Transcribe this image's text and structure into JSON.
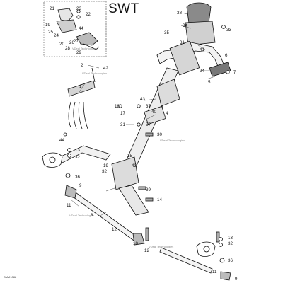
{
  "diagram": {
    "title": "SWT",
    "drawing_code": "SMM1088",
    "watermark": "VDeal Technologies",
    "inset_callouts": [
      "21",
      "22",
      "23",
      "19",
      "25",
      "24",
      "26",
      "20",
      "28",
      "44",
      "27",
      "29"
    ],
    "main_callouts": [
      "38",
      "34",
      "35",
      "33",
      "31",
      "41",
      "6",
      "7",
      "24",
      "5",
      "2",
      "42",
      "1",
      "43",
      "40",
      "4",
      "18",
      "37",
      "17",
      "31",
      "37",
      "30",
      "44",
      "13",
      "32",
      "15",
      "43",
      "19",
      "32",
      "14",
      "39",
      "9",
      "11",
      "36",
      "8",
      "12",
      "10",
      "12",
      "32",
      "13",
      "36",
      "11",
      "9"
    ],
    "colors": {
      "line": "#111111",
      "fill": "#ffffff",
      "shade": "#d9d9d9",
      "dark": "#555555"
    }
  }
}
